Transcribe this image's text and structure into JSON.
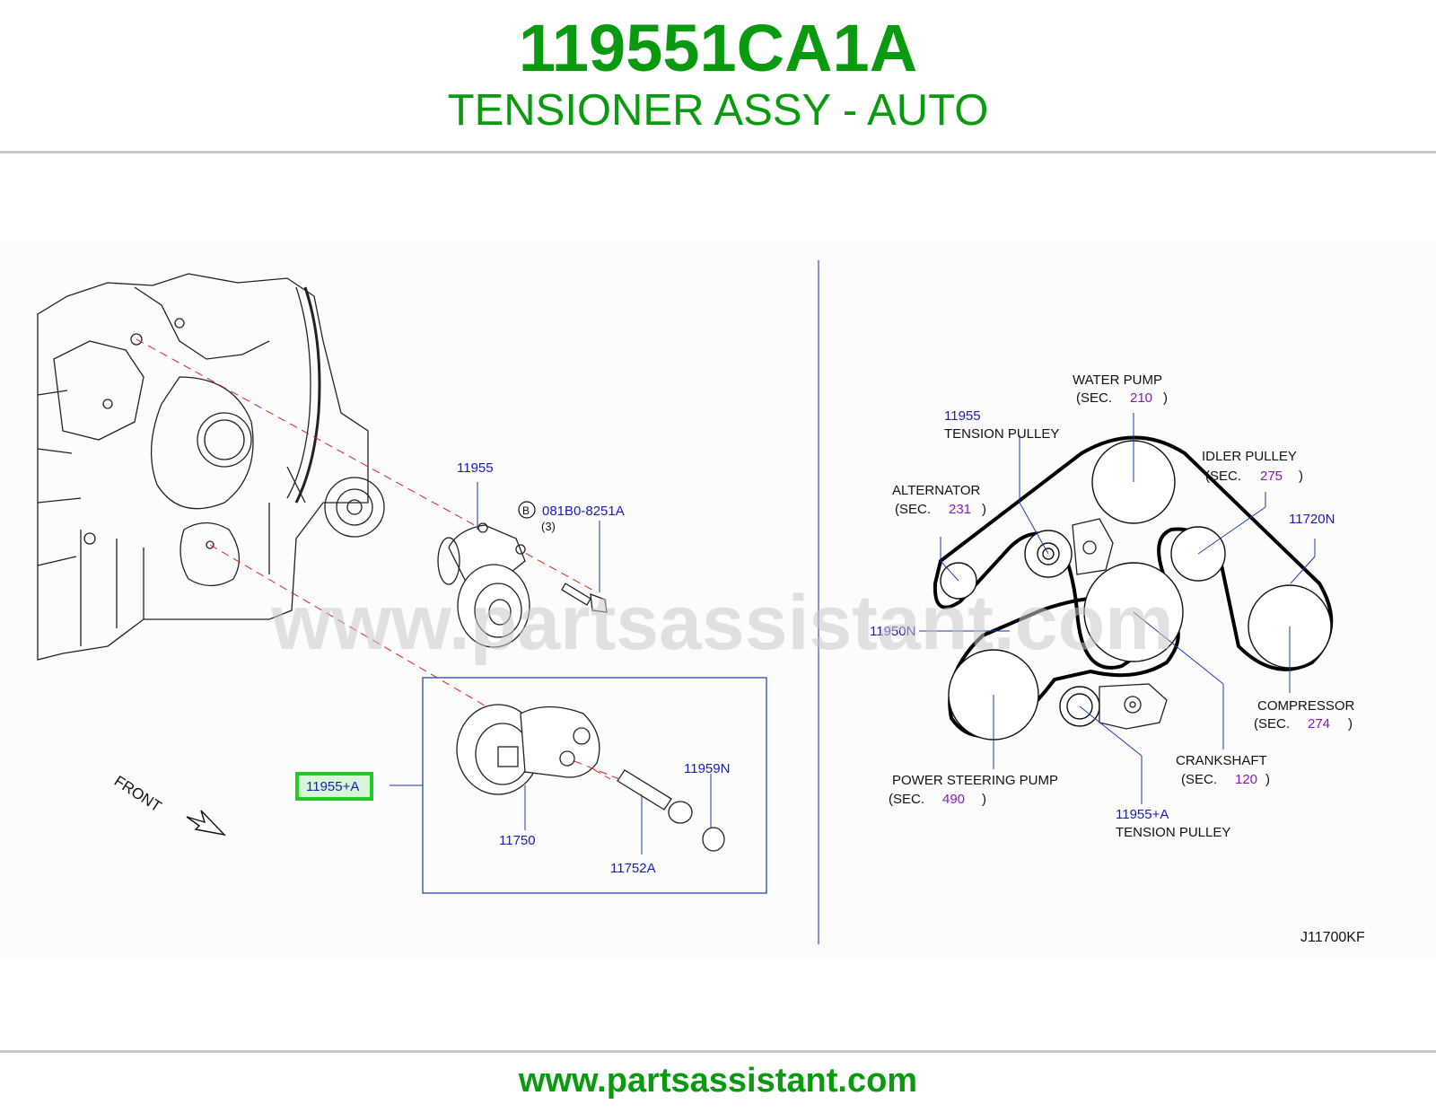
{
  "header": {
    "part_number": "119551CA1A",
    "part_name": "TENSIONER ASSY - AUTO"
  },
  "diagram": {
    "watermark": "www.partsassistant.com",
    "left": {
      "callouts": {
        "c11955": "11955",
        "bolt_code": "081B0-8251A",
        "bolt_marker": "B",
        "bolt_qty": "(3)",
        "c11955a": "11955+A",
        "c11750": "11750",
        "c11959n": "11959N",
        "c11752a": "11752A"
      },
      "front_label": "FRONT"
    },
    "right": {
      "water_pump": {
        "name": "WATER   PUMP",
        "sec_open": "(SEC.",
        "sec_num": "210",
        "sec_close": ")"
      },
      "tension_pulley_top": {
        "code": "11955",
        "name": "TENSION   PULLEY"
      },
      "idler_pulley": {
        "name": "IDLER   PULLEY",
        "sec_open": "(SEC.",
        "sec_num": "275",
        "sec_close": ")"
      },
      "alternator": {
        "name": "ALTERNATOR",
        "sec_open": "(SEC.",
        "sec_num": "231",
        "sec_close": ")"
      },
      "c11720n": "11720N",
      "c11950n": "11950N",
      "compressor": {
        "name": "COMPRESSOR",
        "sec_open": "(SEC.",
        "sec_num": "274",
        "sec_close": ")"
      },
      "crankshaft": {
        "name": "CRANKSHAFT",
        "sec_open": "(SEC.",
        "sec_num": "120",
        "sec_close": ")"
      },
      "power_steering": {
        "name": "POWER   STEERING   PUMP",
        "sec_open": "(SEC.",
        "sec_num": "490",
        "sec_close": ")"
      },
      "tension_pulley_bottom": {
        "code": "11955+A",
        "name": "TENSION   PULLEY"
      }
    },
    "figure_id": "J11700KF"
  },
  "footer": {
    "url": "www.partsassistant.com"
  },
  "colors": {
    "brand_green": "#0a9a10",
    "callout_blue": "#1a1ab8",
    "section_purple": "#8a18b8",
    "highlight": "#22cc22"
  }
}
